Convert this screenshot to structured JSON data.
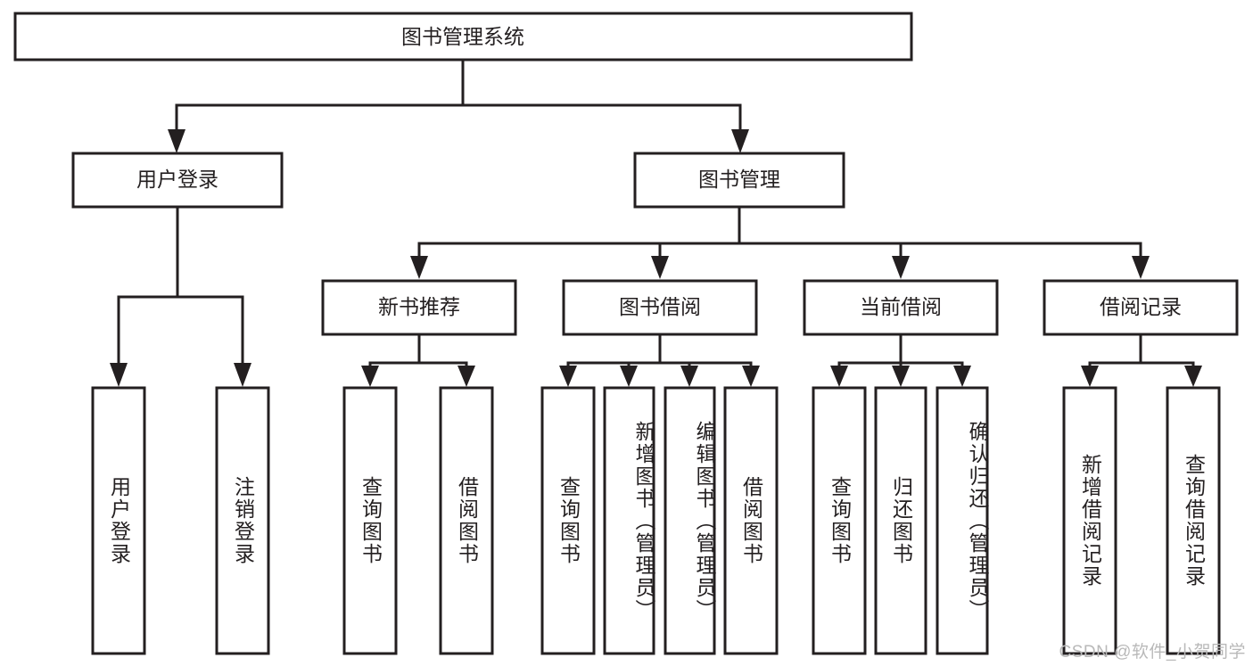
{
  "diagram": {
    "type": "tree-hierarchy-chart",
    "root": {
      "id": "root",
      "label": "图书管理系统"
    },
    "level2": [
      {
        "id": "user-login",
        "label": "用户登录"
      },
      {
        "id": "book-manage",
        "label": "图书管理"
      }
    ],
    "level3": [
      {
        "id": "new-book-recommend",
        "label": "新书推荐"
      },
      {
        "id": "book-borrow",
        "label": "图书借阅"
      },
      {
        "id": "current-borrow",
        "label": "当前借阅"
      },
      {
        "id": "borrow-record",
        "label": "借阅记录"
      }
    ],
    "leaves": {
      "user_login": [
        {
          "id": "leaf-user-login",
          "label": "用户登录"
        },
        {
          "id": "leaf-logout-login",
          "label": "注销登录"
        }
      ],
      "new_book_recommend": [
        {
          "id": "leaf-query-book-1",
          "label": "查询图书"
        },
        {
          "id": "leaf-borrow-book-1",
          "label": "借阅图书"
        }
      ],
      "book_borrow": [
        {
          "id": "leaf-query-book-2",
          "label": "查询图书"
        },
        {
          "id": "leaf-add-book",
          "label": "新增图书（管理员）"
        },
        {
          "id": "leaf-edit-book",
          "label": "编辑图书（管理员）"
        },
        {
          "id": "leaf-borrow-book-2",
          "label": "借阅图书"
        }
      ],
      "current_borrow": [
        {
          "id": "leaf-query-book-3",
          "label": "查询图书"
        },
        {
          "id": "leaf-return-book",
          "label": "归还图书"
        },
        {
          "id": "leaf-confirm-return",
          "label": "确认归还（管理员）"
        }
      ],
      "borrow_record": [
        {
          "id": "leaf-add-record",
          "label": "新增借阅记录"
        },
        {
          "id": "leaf-query-record",
          "label": "查询借阅记录"
        }
      ]
    },
    "colors": {
      "stroke": "#231f20",
      "fill": "#ffffff",
      "background": "#ffffff",
      "watermark": "#b9b9b9"
    }
  },
  "watermark": {
    "text": "CSDN @软件_小贺同学"
  }
}
